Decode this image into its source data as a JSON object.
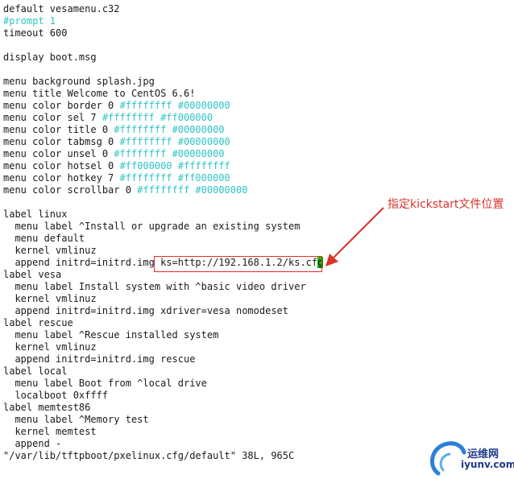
{
  "colors": {
    "text": "#1a1a1a",
    "comment_and_hex": "#2fc4c4",
    "cursor_bg": "#00c000",
    "annotation_red": "#d8342c"
  },
  "lines": [
    [
      {
        "t": "default vesamenu.c32"
      }
    ],
    [
      {
        "t": "#prompt 1",
        "c": "cy"
      }
    ],
    [
      {
        "t": "timeout 600"
      }
    ],
    [
      {
        "t": ""
      }
    ],
    [
      {
        "t": "display boot.msg"
      }
    ],
    [
      {
        "t": ""
      }
    ],
    [
      {
        "t": "menu background splash.jpg"
      }
    ],
    [
      {
        "t": "menu title Welcome to CentOS 6.6!"
      }
    ],
    [
      {
        "t": "menu color border 0 "
      },
      {
        "t": "#ffffffff #00000000",
        "c": "cy"
      }
    ],
    [
      {
        "t": "menu color sel 7 "
      },
      {
        "t": "#ffffffff #ff000000",
        "c": "cy"
      }
    ],
    [
      {
        "t": "menu color title 0 "
      },
      {
        "t": "#ffffffff #00000000",
        "c": "cy"
      }
    ],
    [
      {
        "t": "menu color tabmsg 0 "
      },
      {
        "t": "#ffffffff #00000000",
        "c": "cy"
      }
    ],
    [
      {
        "t": "menu color unsel 0 "
      },
      {
        "t": "#ffffffff #00000000",
        "c": "cy"
      }
    ],
    [
      {
        "t": "menu color hotsel 0 "
      },
      {
        "t": "#ff000000 #ffffffff",
        "c": "cy"
      }
    ],
    [
      {
        "t": "menu color hotkey 7 "
      },
      {
        "t": "#ffffffff #ff000000",
        "c": "cy"
      }
    ],
    [
      {
        "t": "menu color scrollbar 0 "
      },
      {
        "t": "#ffffffff #00000000",
        "c": "cy"
      }
    ],
    [
      {
        "t": ""
      }
    ],
    [
      {
        "t": "label linux"
      }
    ],
    [
      {
        "t": "  menu label ^Install or upgrade an existing system"
      }
    ],
    [
      {
        "t": "  menu default"
      }
    ],
    [
      {
        "t": "  kernel vmlinuz"
      }
    ],
    [
      {
        "t": "  append initrd=initrd.img ks=http://192.168.1.2/ks.cf"
      },
      {
        "t": "g",
        "c": "cursor"
      }
    ],
    [
      {
        "t": "label vesa"
      }
    ],
    [
      {
        "t": "  menu label Install system with ^basic video driver"
      }
    ],
    [
      {
        "t": "  kernel vmlinuz"
      }
    ],
    [
      {
        "t": "  append initrd=initrd.img xdriver=vesa nomodeset"
      }
    ],
    [
      {
        "t": "label rescue"
      }
    ],
    [
      {
        "t": "  menu label ^Rescue installed system"
      }
    ],
    [
      {
        "t": "  kernel vmlinuz"
      }
    ],
    [
      {
        "t": "  append initrd=initrd.img rescue"
      }
    ],
    [
      {
        "t": "label local"
      }
    ],
    [
      {
        "t": "  menu label Boot from ^local drive"
      }
    ],
    [
      {
        "t": "  localboot 0xffff"
      }
    ],
    [
      {
        "t": "label memtest86"
      }
    ],
    [
      {
        "t": "  menu label ^Memory test"
      }
    ],
    [
      {
        "t": "  kernel memtest"
      }
    ],
    [
      {
        "t": "  append -"
      }
    ],
    [
      {
        "t": "\"/var/lib/tftpboot/pxelinux.cfg/default\" 38L, 965C"
      }
    ]
  ],
  "annotation": {
    "text": "指定kickstart文件位置"
  },
  "watermark": {
    "brand": "运维网",
    "domain": "iyunv.com"
  }
}
